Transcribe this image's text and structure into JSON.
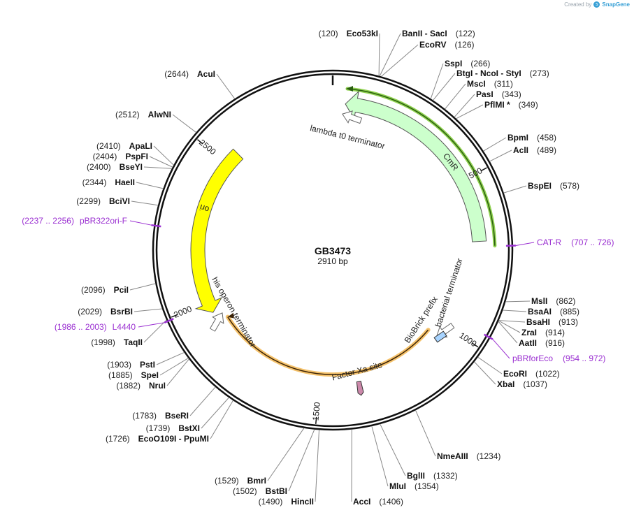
{
  "credit": {
    "prefix": "Created by",
    "brand": "SnapGene"
  },
  "plasmid": {
    "name": "GB3473",
    "length_label": "2910 bp",
    "length": 2910
  },
  "ticks": [
    {
      "pos": 500,
      "label": "500"
    },
    {
      "pos": 1000,
      "label": "1000"
    },
    {
      "pos": 1500,
      "label": "1500"
    },
    {
      "pos": 2000,
      "label": "2000"
    },
    {
      "pos": 2500,
      "label": "2500"
    }
  ],
  "enzymes": [
    {
      "pos": 120,
      "name": "Eco53kI",
      "pos_label": "(120)"
    },
    {
      "pos": 122,
      "name": "BanII  -  SacI",
      "pos_label": "(122)"
    },
    {
      "pos": 126,
      "name": "EcoRV",
      "pos_label": "(126)"
    },
    {
      "pos": 266,
      "name": "SspI",
      "pos_label": "(266)"
    },
    {
      "pos": 273,
      "name": "BtgI  -  NcoI  -  StyI",
      "pos_label": "(273)"
    },
    {
      "pos": 311,
      "name": "MscI",
      "pos_label": "(311)"
    },
    {
      "pos": 343,
      "name": "PasI",
      "pos_label": "(343)"
    },
    {
      "pos": 349,
      "name": "PflMI *",
      "pos_label": "(349)"
    },
    {
      "pos": 458,
      "name": "BpmI",
      "pos_label": "(458)"
    },
    {
      "pos": 489,
      "name": "AclI",
      "pos_label": "(489)"
    },
    {
      "pos": 578,
      "name": "BspEI",
      "pos_label": "(578)"
    },
    {
      "pos": 862,
      "name": "MslI",
      "pos_label": "(862)"
    },
    {
      "pos": 885,
      "name": "BsaAI",
      "pos_label": "(885)"
    },
    {
      "pos": 913,
      "name": "BsaHI",
      "pos_label": "(913)"
    },
    {
      "pos": 914,
      "name": "ZraI",
      "pos_label": "(914)"
    },
    {
      "pos": 916,
      "name": "AatII",
      "pos_label": "(916)"
    },
    {
      "pos": 1022,
      "name": "EcoRI",
      "pos_label": "(1022)"
    },
    {
      "pos": 1037,
      "name": "XbaI",
      "pos_label": "(1037)"
    },
    {
      "pos": 1234,
      "name": "NmeAIII",
      "pos_label": "(1234)"
    },
    {
      "pos": 1332,
      "name": "BglII",
      "pos_label": "(1332)"
    },
    {
      "pos": 1354,
      "name": "MluI",
      "pos_label": "(1354)"
    },
    {
      "pos": 1406,
      "name": "AccI",
      "pos_label": "(1406)"
    },
    {
      "pos": 1490,
      "name": "HincII",
      "pos_label": "(1490)"
    },
    {
      "pos": 1502,
      "name": "BstBI",
      "pos_label": "(1502)"
    },
    {
      "pos": 1529,
      "name": "BmrI",
      "pos_label": "(1529)"
    },
    {
      "pos": 1726,
      "name": "EcoO109I  -  PpuMI",
      "pos_label": "(1726)"
    },
    {
      "pos": 1739,
      "name": "BstXI",
      "pos_label": "(1739)"
    },
    {
      "pos": 1783,
      "name": "BseRI",
      "pos_label": "(1783)"
    },
    {
      "pos": 1882,
      "name": "NruI",
      "pos_label": "(1882)"
    },
    {
      "pos": 1885,
      "name": "SpeI",
      "pos_label": "(1885)"
    },
    {
      "pos": 1903,
      "name": "PstI",
      "pos_label": "(1903)"
    },
    {
      "pos": 1998,
      "name": "TaqII",
      "pos_label": "(1998)"
    },
    {
      "pos": 2029,
      "name": "BsrBI",
      "pos_label": "(2029)"
    },
    {
      "pos": 2096,
      "name": "PciI",
      "pos_label": "(2096)"
    },
    {
      "pos": 2299,
      "name": "BciVI",
      "pos_label": "(2299)"
    },
    {
      "pos": 2344,
      "name": "HaeII",
      "pos_label": "(2344)"
    },
    {
      "pos": 2400,
      "name": "BseYI",
      "pos_label": "(2400)"
    },
    {
      "pos": 2404,
      "name": "PspFI",
      "pos_label": "(2404)"
    },
    {
      "pos": 2410,
      "name": "ApaLI",
      "pos_label": "(2410)"
    },
    {
      "pos": 2512,
      "name": "AlwNI",
      "pos_label": "(2512)"
    },
    {
      "pos": 2644,
      "name": "AcuI",
      "pos_label": "(2644)"
    }
  ],
  "primers": [
    {
      "pos": 716,
      "name": "CAT-R",
      "range": "(707 .. 726)"
    },
    {
      "pos": 963,
      "name": "pBRforEco",
      "range": "(954 .. 972)"
    },
    {
      "pos": 1994,
      "name": "L4440",
      "range": "(1986 .. 2003)"
    },
    {
      "pos": 2246,
      "name": "pBR322ori-F",
      "range": "(2237 .. 2256)"
    }
  ],
  "features": [
    {
      "name": "CmR",
      "start": 40,
      "end": 700,
      "strand": "reverse",
      "color": "#ccffcc"
    },
    {
      "name": "ori",
      "start": 1960,
      "end": 2550,
      "strand": "reverse",
      "color": "#ffff00"
    },
    {
      "name": "lambda t0 terminator",
      "start": 2820,
      "end": 2890,
      "color": "#ffffff"
    },
    {
      "name": "bacterial terminator",
      "start": 1050,
      "end": 1080,
      "color": "#ffffff"
    },
    {
      "name": "BioBrick prefix",
      "start": 1100,
      "end": 1120,
      "color": "#a8d4ff"
    },
    {
      "name": "his operon terminator",
      "start": 2000,
      "end": 2050,
      "color": "#ffffff"
    },
    {
      "name": "Factor Xa site",
      "start": 1500,
      "end": 1515,
      "color": "#cc88aa"
    }
  ],
  "colors": {
    "backbone": "#111111",
    "primer": "#9a2fd1",
    "green_glow": "#8fd14f",
    "orange_glow": "#f5c26b"
  }
}
